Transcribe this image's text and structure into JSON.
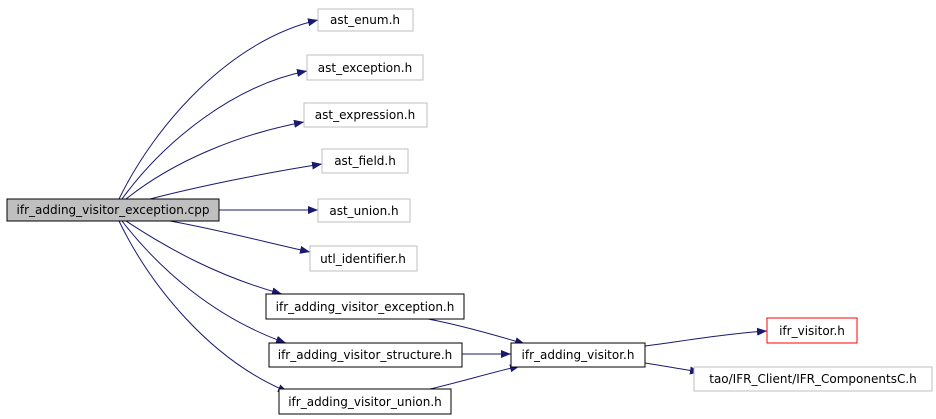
{
  "graph": {
    "root": "ifr_adding_visitor_exception.cpp",
    "nodes": [
      {
        "id": "root",
        "label": "ifr_adding_visitor_exception.cpp",
        "style": "root"
      },
      {
        "id": "ast_enum",
        "label": "ast_enum.h",
        "style": "external"
      },
      {
        "id": "ast_exception",
        "label": "ast_exception.h",
        "style": "external"
      },
      {
        "id": "ast_expression",
        "label": "ast_expression.h",
        "style": "external"
      },
      {
        "id": "ast_field",
        "label": "ast_field.h",
        "style": "external"
      },
      {
        "id": "ast_union",
        "label": "ast_union.h",
        "style": "external"
      },
      {
        "id": "utl_identifier",
        "label": "utl_identifier.h",
        "style": "external"
      },
      {
        "id": "iav_exception_h",
        "label": "ifr_adding_visitor_exception.h",
        "style": "local"
      },
      {
        "id": "iav_structure_h",
        "label": "ifr_adding_visitor_structure.h",
        "style": "local"
      },
      {
        "id": "iav_union_h",
        "label": "ifr_adding_visitor_union.h",
        "style": "local"
      },
      {
        "id": "iav_h",
        "label": "ifr_adding_visitor.h",
        "style": "local"
      },
      {
        "id": "ifr_visitor",
        "label": "ifr_visitor.h",
        "style": "truncated"
      },
      {
        "id": "ifr_components",
        "label": "tao/IFR_Client/IFR_ComponentsC.h",
        "style": "external"
      }
    ],
    "edges": [
      {
        "from": "root",
        "to": "ast_enum"
      },
      {
        "from": "root",
        "to": "ast_exception"
      },
      {
        "from": "root",
        "to": "ast_expression"
      },
      {
        "from": "root",
        "to": "ast_field"
      },
      {
        "from": "root",
        "to": "ast_union"
      },
      {
        "from": "root",
        "to": "utl_identifier"
      },
      {
        "from": "root",
        "to": "iav_exception_h"
      },
      {
        "from": "root",
        "to": "iav_structure_h"
      },
      {
        "from": "root",
        "to": "iav_union_h"
      },
      {
        "from": "iav_exception_h",
        "to": "iav_h"
      },
      {
        "from": "iav_structure_h",
        "to": "iav_h"
      },
      {
        "from": "iav_union_h",
        "to": "iav_h"
      },
      {
        "from": "iav_h",
        "to": "ifr_visitor"
      },
      {
        "from": "iav_h",
        "to": "ifr_components"
      }
    ],
    "colors": {
      "edge": "#191970",
      "root_fill": "#bfbfbf",
      "local_border": "#000000",
      "external_border": "#bfbfbf",
      "truncated_border": "#ff0000",
      "text": "#000000",
      "background": "#ffffff"
    }
  }
}
